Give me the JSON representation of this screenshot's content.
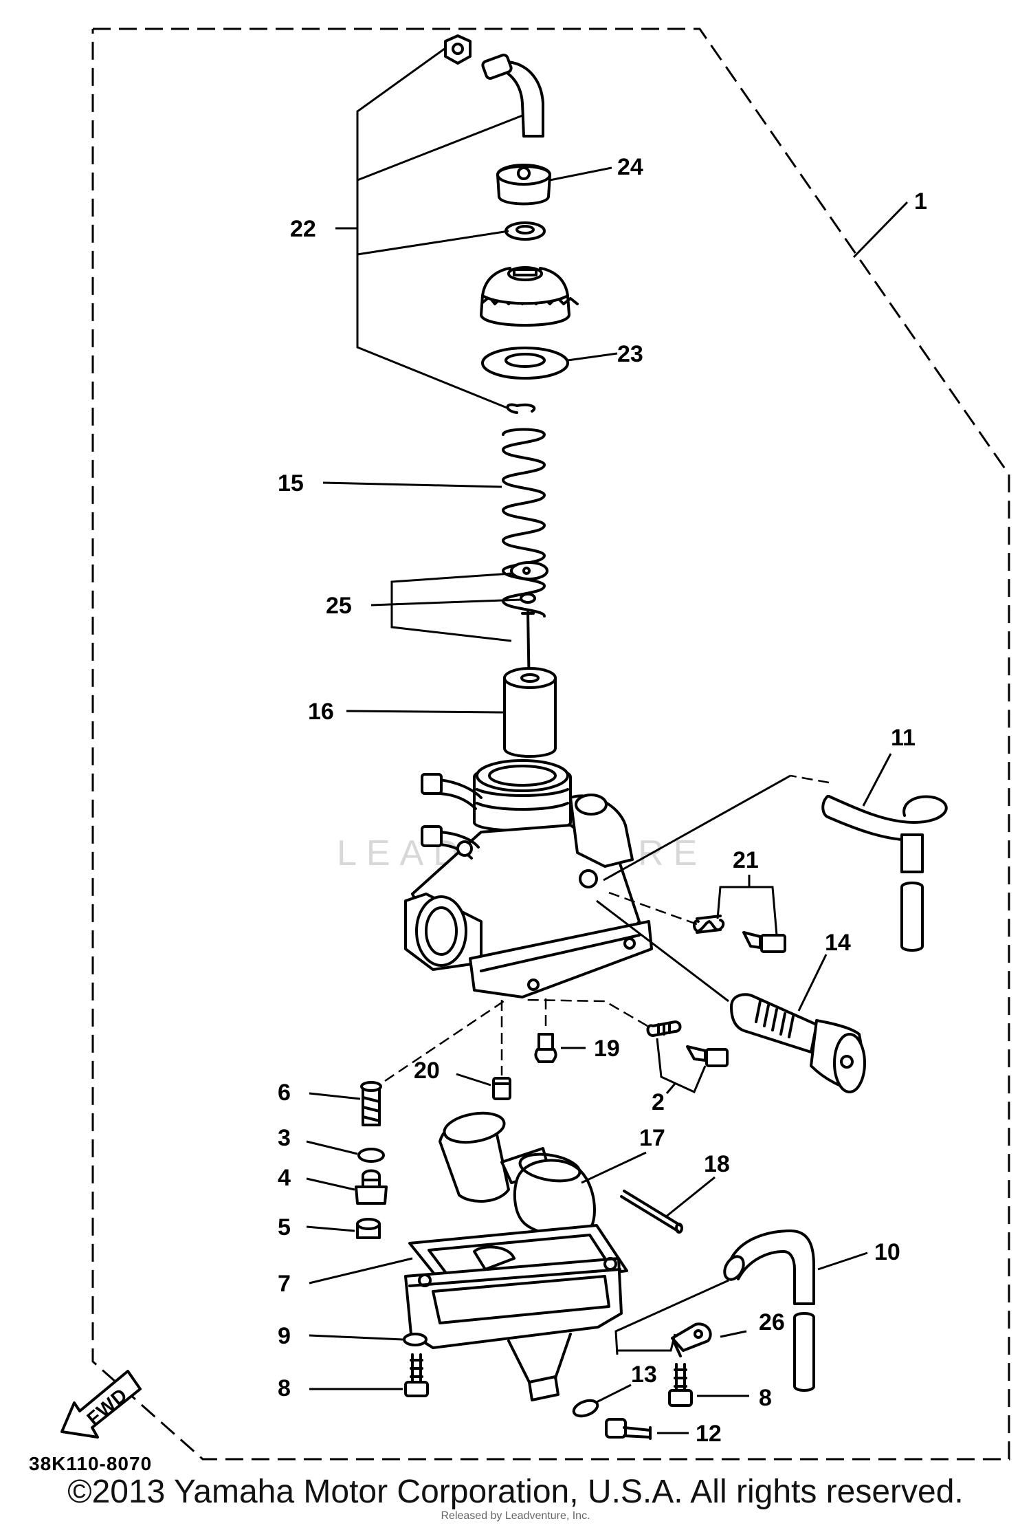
{
  "diagram_code": "38K110-8070",
  "copyright": "©2013 Yamaha Motor Corporation, U.S.A. All rights reserved.",
  "watermark_brand": "LEADVENTURE",
  "watermark_small": "Released by Leadventure, Inc.",
  "fwd_label": "FWD",
  "callouts": {
    "c1": "1",
    "c2": "2",
    "c3": "3",
    "c4": "4",
    "c5": "5",
    "c6": "6",
    "c7": "7",
    "c8a": "8",
    "c8b": "8",
    "c9": "9",
    "c10": "10",
    "c11": "11",
    "c12": "12",
    "c13": "13",
    "c14": "14",
    "c15": "15",
    "c16": "16",
    "c17": "17",
    "c18": "18",
    "c19": "19",
    "c20": "20",
    "c21": "21",
    "c22": "22",
    "c23": "23",
    "c24": "24",
    "c25": "25",
    "c26": "26"
  }
}
